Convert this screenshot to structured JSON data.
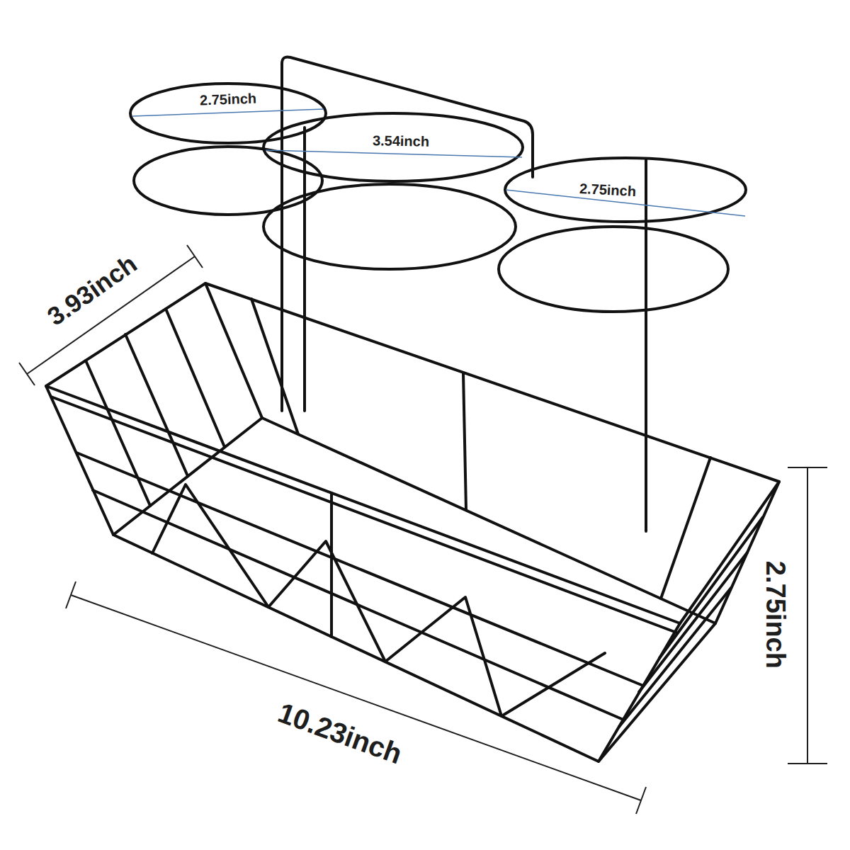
{
  "diagram": {
    "labels": [
      "2.75inch",
      "3.54inch",
      "2.75inch",
      "3.93inch",
      "10.23inch",
      "2.75inch"
    ]
  }
}
